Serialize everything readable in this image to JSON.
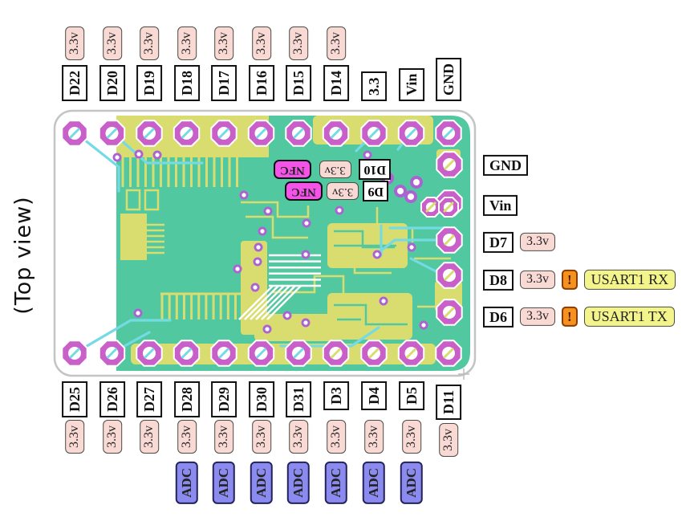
{
  "title": "(Top view)",
  "colors": {
    "pin_box": "#ffffff",
    "v33": "#f8d9d4",
    "adc": "#8b8bef",
    "nfc": "#f453e8",
    "warn": "#f5911f",
    "usart": "#f4f48c",
    "teal": "#52c8a1",
    "copper": "#d9dd70",
    "cyan": "#74dae4",
    "pad": "#c95fc9",
    "via": "#ac62d2",
    "board_border": "#c4c4c4"
  },
  "pins": {
    "top": [
      {
        "label": "D22",
        "tags": [
          {
            "text": "3.3v",
            "type": "v33"
          }
        ]
      },
      {
        "label": "D20",
        "tags": [
          {
            "text": "3.3v",
            "type": "v33"
          }
        ]
      },
      {
        "label": "D19",
        "tags": [
          {
            "text": "3.3v",
            "type": "v33"
          }
        ]
      },
      {
        "label": "D18",
        "tags": [
          {
            "text": "3.3v",
            "type": "v33"
          }
        ]
      },
      {
        "label": "D17",
        "tags": [
          {
            "text": "3.3v",
            "type": "v33"
          }
        ]
      },
      {
        "label": "D16",
        "tags": [
          {
            "text": "3.3v",
            "type": "v33"
          }
        ]
      },
      {
        "label": "D15",
        "tags": [
          {
            "text": "3.3v",
            "type": "v33"
          }
        ]
      },
      {
        "label": "D14",
        "tags": [
          {
            "text": "3.3v",
            "type": "v33"
          }
        ]
      },
      {
        "label": "3.3",
        "tags": []
      },
      {
        "label": "Vin",
        "tags": []
      },
      {
        "label": "GND",
        "tags": []
      }
    ],
    "bottom": [
      {
        "label": "D25",
        "tags": [
          {
            "text": "3.3v",
            "type": "v33"
          }
        ]
      },
      {
        "label": "D26",
        "tags": [
          {
            "text": "3.3v",
            "type": "v33"
          }
        ]
      },
      {
        "label": "D27",
        "tags": [
          {
            "text": "3.3v",
            "type": "v33"
          }
        ]
      },
      {
        "label": "D28",
        "tags": [
          {
            "text": "3.3v",
            "type": "v33"
          },
          {
            "text": "ADC",
            "type": "adc"
          }
        ]
      },
      {
        "label": "D29",
        "tags": [
          {
            "text": "3.3v",
            "type": "v33"
          },
          {
            "text": "ADC",
            "type": "adc"
          }
        ]
      },
      {
        "label": "D30",
        "tags": [
          {
            "text": "3.3v",
            "type": "v33"
          },
          {
            "text": "ADC",
            "type": "adc"
          }
        ]
      },
      {
        "label": "D31",
        "tags": [
          {
            "text": "3.3v",
            "type": "v33"
          },
          {
            "text": "ADC",
            "type": "adc"
          }
        ]
      },
      {
        "label": "D3",
        "tags": [
          {
            "text": "3.3v",
            "type": "v33"
          },
          {
            "text": "ADC",
            "type": "adc"
          }
        ]
      },
      {
        "label": "D4",
        "tags": [
          {
            "text": "3.3v",
            "type": "v33"
          },
          {
            "text": "ADC",
            "type": "adc"
          }
        ]
      },
      {
        "label": "D5",
        "tags": [
          {
            "text": "3.3v",
            "type": "v33"
          },
          {
            "text": "ADC",
            "type": "adc"
          }
        ]
      },
      {
        "label": "D11",
        "tags": [
          {
            "text": "3.3v",
            "type": "v33"
          }
        ]
      }
    ],
    "right": [
      {
        "label": "GND",
        "tags": []
      },
      {
        "label": "Vin",
        "tags": []
      },
      {
        "label": "D7",
        "tags": [
          {
            "text": "3.3v",
            "type": "v33"
          }
        ]
      },
      {
        "label": "D8",
        "tags": [
          {
            "text": "3.3v",
            "type": "v33"
          },
          {
            "text": "!",
            "type": "warn"
          },
          {
            "text": "USART1 RX",
            "type": "usart"
          }
        ]
      },
      {
        "label": "D6",
        "tags": [
          {
            "text": "3.3v",
            "type": "v33"
          },
          {
            "text": "!",
            "type": "warn"
          },
          {
            "text": "USART1 TX",
            "type": "usart"
          }
        ]
      }
    ],
    "board": [
      {
        "rotation_deg": 180,
        "items": [
          {
            "text": "NFC",
            "type": "nfc"
          },
          {
            "text": "3.3v",
            "type": "v33"
          },
          {
            "text": "D10",
            "type": "pin"
          }
        ]
      },
      {
        "rotation_deg": 180,
        "items": [
          {
            "text": "NFC",
            "type": "nfc"
          },
          {
            "text": "3.3v",
            "type": "v33"
          },
          {
            "text": "D9",
            "type": "pin"
          }
        ]
      }
    ]
  }
}
